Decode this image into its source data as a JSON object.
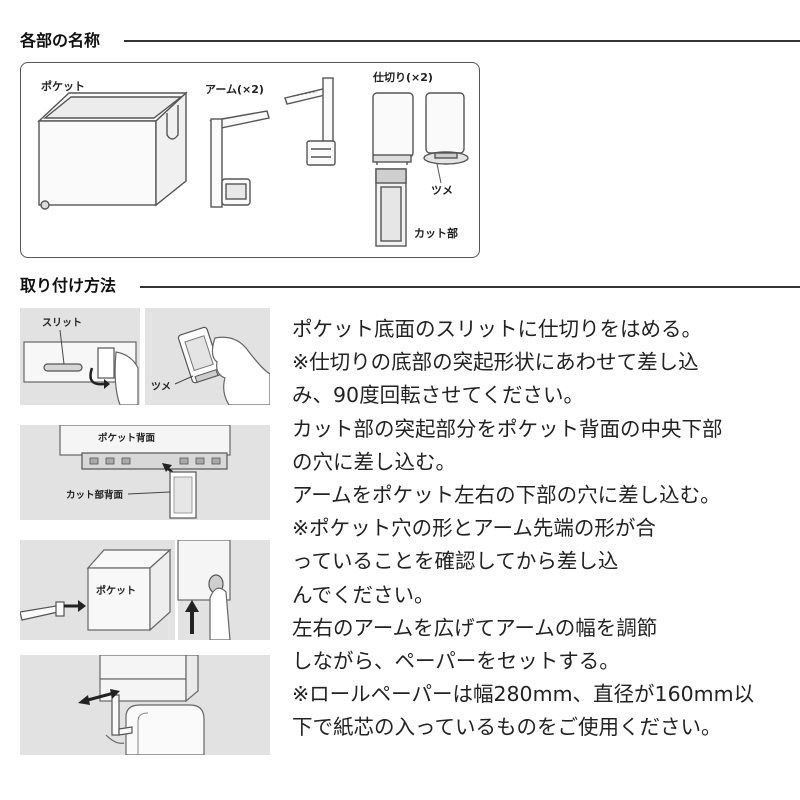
{
  "parts_section": {
    "heading": "各部の名称",
    "labels": {
      "pocket": "ポケット",
      "arm": "アーム(×2)",
      "divider": "仕切り(×2)",
      "tab": "ツメ",
      "cut_part": "カット部"
    }
  },
  "install_section": {
    "heading": "取り付け方法",
    "figure_labels": {
      "slit": "スリット",
      "tab": "ツメ",
      "pocket_back": "ポケット背面",
      "cut_part_back": "カット部背面",
      "pocket": "ポケット"
    },
    "lines": [
      "ポケット底面のスリットに仕切りをはめる。",
      "※仕切りの底部の突起形状にあわせて差し込",
      "み、90度回転させてください。",
      "カット部の突起部分をポケット背面の中央下部",
      "の穴に差し込む。",
      "アームをポケット左右の下部の穴に差し込む。",
      "※ポケット穴の形とアーム先端の形が合",
      "っていることを確認してから差し込",
      "んでください。",
      "左右のアームを広げてアームの幅を調節",
      "しながら、ペーパーをセットする。",
      "※ロールペーパーは幅280mm、直径が160mm以",
      "下で紙芯の入っているものをご使用ください。"
    ]
  }
}
